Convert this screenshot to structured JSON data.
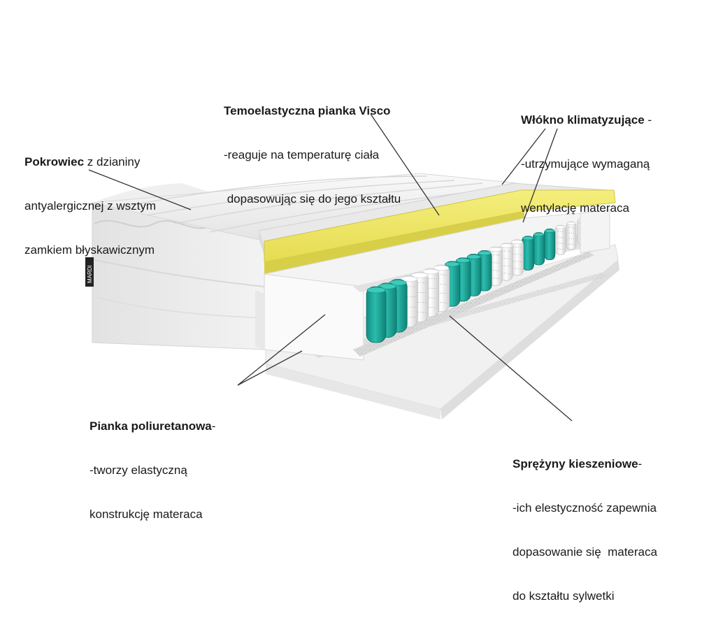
{
  "labels": {
    "visco": {
      "title": "Temoelastyczna pianka Visco",
      "line1": "-reaguje na temperaturę ciała",
      "line2": " dopasowując się do jego kształtu"
    },
    "fibre": {
      "title": "Włókno klimatyzujące",
      "title_suffix": " -",
      "line1": "-utrzymujące wymaganą",
      "line2": "wentylację materaca"
    },
    "cover": {
      "title": "Pokrowiec",
      "title_rest": " z dzianiny",
      "line1": "antyalergicznej z wsztym",
      "line2": "zamkiem błyskawicznym"
    },
    "foam": {
      "title": "Pianka poliuretanowa",
      "title_suffix": "-",
      "line1": "-tworzy elastyczną",
      "line2": "konstrukcję materaca"
    },
    "springs": {
      "title": "Sprężyny kieszeniowe",
      "title_suffix": "-",
      "line1": "-ich elestyczność zapewnia",
      "line2": "dopasowanie się  materaca",
      "line3": "do kształtu sylwetki"
    }
  },
  "brand_tag": "MARDI",
  "colors": {
    "visco_foam": "#f0e96a",
    "visco_foam_shade": "#d9d04a",
    "pocket_springs": "#1fa89a",
    "white_pockets": "#f2f2f2",
    "cover": "#eeeeee",
    "foam_block": "#f6f6f6",
    "leader_lines": "#333333"
  }
}
